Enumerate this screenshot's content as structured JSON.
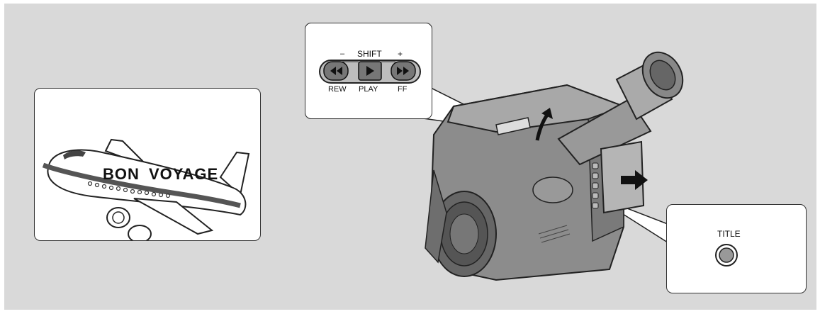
{
  "title_screen": {
    "text": "BON VOYAGE"
  },
  "button_callout": {
    "minus_label": "–",
    "shift_label": "SHIFT",
    "plus_label": "+",
    "rew_label": "REW",
    "play_label": "PLAY",
    "ff_label": "FF"
  },
  "title_callout": {
    "label": "TITLE"
  },
  "icons": [
    "airplane-icon",
    "rewind-icon",
    "play-icon",
    "fast-forward-icon",
    "camcorder-illustration",
    "title-button-icon",
    "arrow-icon"
  ],
  "colors": {
    "background": "#d9d9d9",
    "panel": "#ffffff",
    "device": "#8c8c8c",
    "line": "#222222"
  }
}
